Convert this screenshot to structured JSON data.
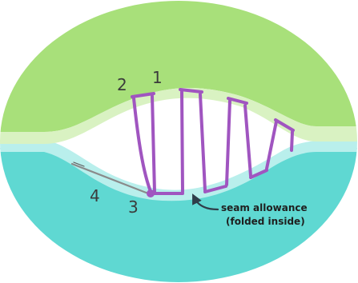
{
  "markers": {
    "m1": "1",
    "m2": "2",
    "m3": "3",
    "m4": "4"
  },
  "caption": {
    "line1": "seam allowance",
    "line2": "(folded inside)"
  },
  "colors": {
    "top_fabric": "#a8e07a",
    "top_allowance": "#d9f2c2",
    "bottom_fabric": "#5fd8d2",
    "bottom_allowance": "#b9efec",
    "thread": "#a055c0",
    "needle": "#8a8a8a",
    "arrow": "#2f3e4a"
  }
}
